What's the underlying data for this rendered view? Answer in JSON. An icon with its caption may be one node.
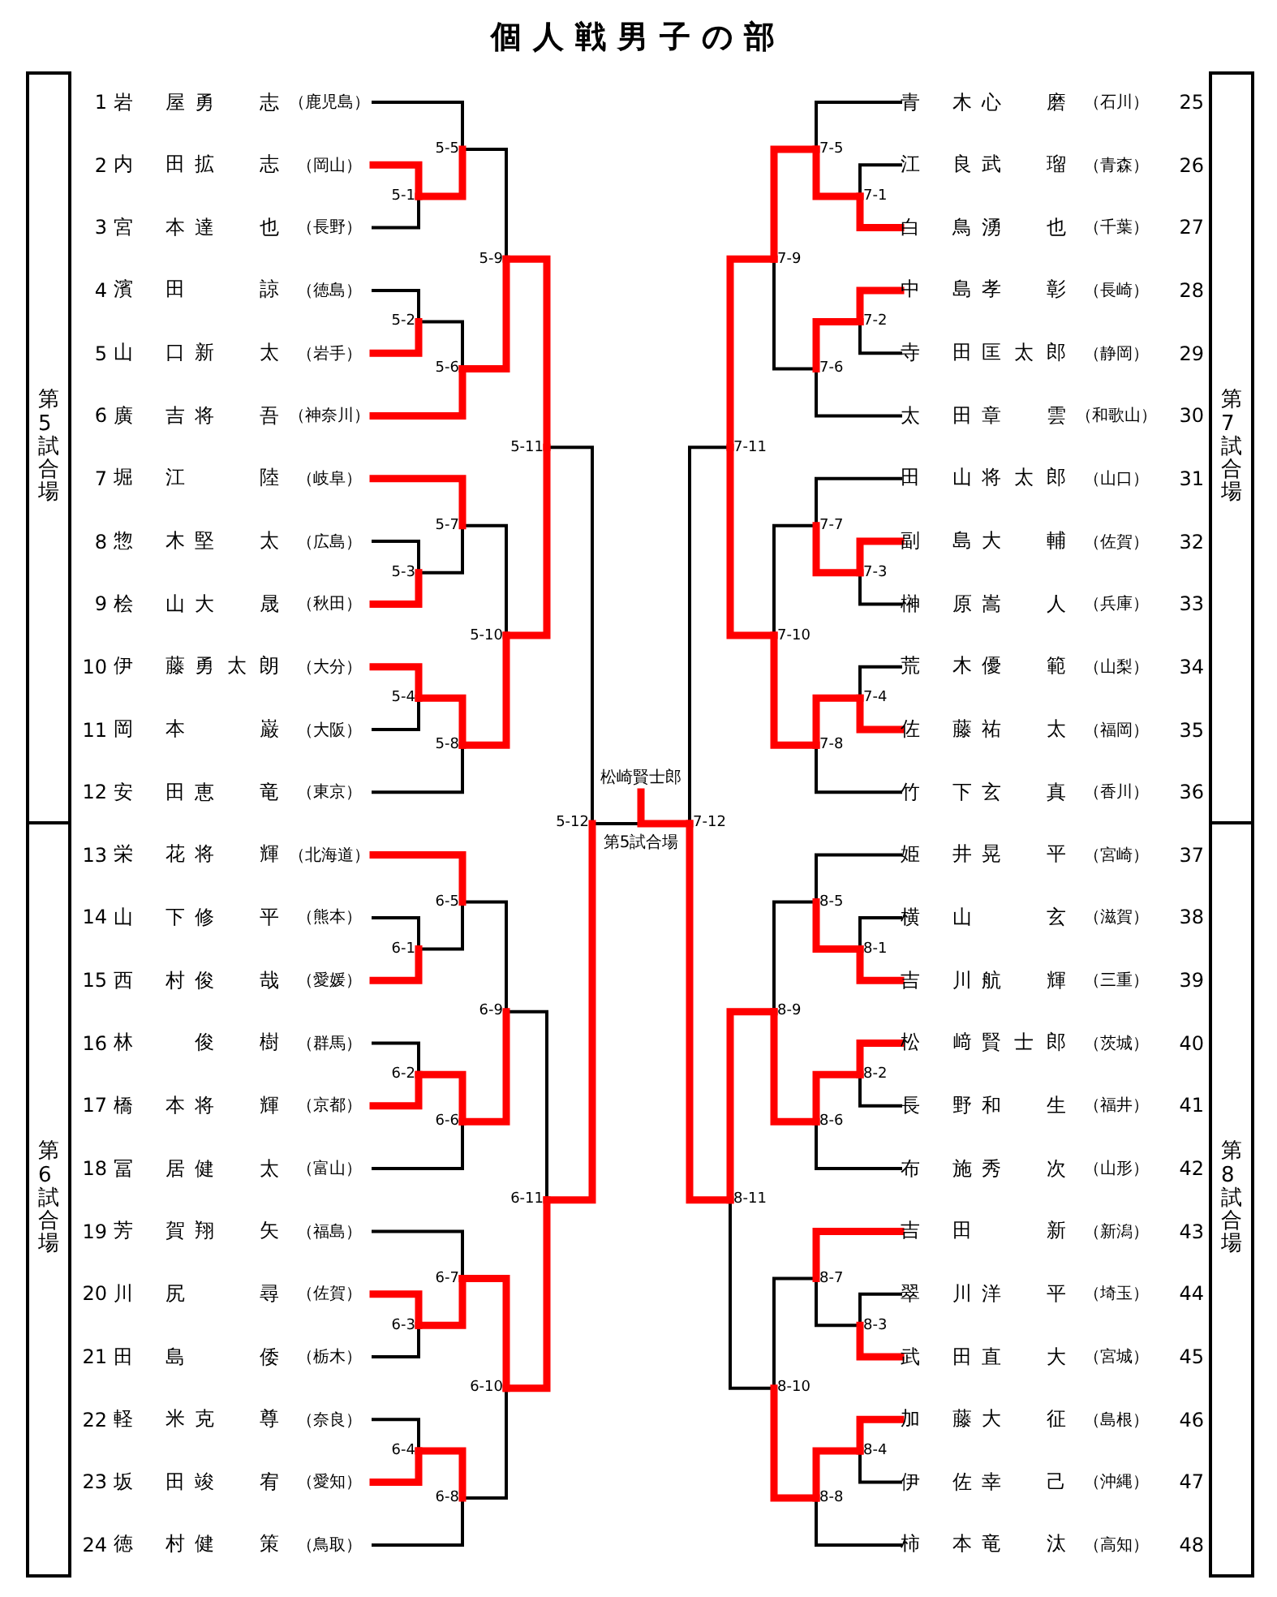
{
  "diagram": {
    "title": "個人戦男子の部",
    "nodes": [
      {
        "text": [
          "1",
          "岩屋",
          "勇志",
          "（鹿児島）"
        ]
      },
      {
        "text": [
          "2",
          "内田",
          "拡志",
          "（岡山）"
        ]
      },
      {
        "text": [
          "3",
          "宮本",
          "達也",
          "（長野）"
        ]
      },
      {
        "text": [
          "4",
          "濱田",
          "諒",
          "（徳島）"
        ]
      },
      {
        "text": [
          "5",
          "山口",
          "新太",
          "（岩手）"
        ]
      },
      {
        "text": [
          "6",
          "廣吉",
          "将吾",
          "（神奈川）"
        ]
      },
      {
        "text": [
          "7",
          "堀江",
          "陸",
          "（岐阜）"
        ]
      },
      {
        "text": [
          "8",
          "惣木",
          "堅太",
          "（広島）"
        ]
      },
      {
        "text": [
          "9",
          "桧山",
          "大晟",
          "（秋田）"
        ]
      },
      {
        "text": [
          "10",
          "伊藤",
          "勇太朗",
          "（大分）"
        ]
      },
      {
        "text": [
          "11",
          "岡本",
          "巌",
          "（大阪）"
        ]
      },
      {
        "text": [
          "12",
          "安田",
          "恵竜",
          "（東京）"
        ]
      },
      {
        "text": [
          "13",
          "栄花",
          "将輝",
          "（北海道）"
        ]
      },
      {
        "text": [
          "14",
          "山下",
          "修平",
          "（熊本）"
        ]
      },
      {
        "text": [
          "15",
          "西村",
          "俊哉",
          "（愛媛）"
        ]
      },
      {
        "text": [
          "16",
          "林",
          "俊樹",
          "（群馬）"
        ]
      },
      {
        "text": [
          "17",
          "橋本",
          "将輝",
          "（京都）"
        ]
      },
      {
        "text": [
          "18",
          "冨居",
          "健太",
          "（富山）"
        ]
      },
      {
        "text": [
          "19",
          "芳賀",
          "翔矢",
          "（福島）"
        ]
      },
      {
        "text": [
          "20",
          "川尻",
          "尋",
          "（佐賀）"
        ]
      },
      {
        "text": [
          "21",
          "田島",
          "倭",
          "（栃木）"
        ]
      },
      {
        "text": [
          "22",
          "軽米",
          "克尊",
          "（奈良）"
        ]
      },
      {
        "text": [
          "23",
          "坂田",
          "竣宥",
          "（愛知）"
        ]
      },
      {
        "text": [
          "24",
          "徳村",
          "健策",
          "（鳥取）"
        ]
      },
      {
        "text": [
          "青木",
          "心磨",
          "（石川）",
          "25"
        ]
      },
      {
        "text": [
          "江良",
          "武瑠",
          "（青森）",
          "26"
        ]
      },
      {
        "text": [
          "白鳥",
          "湧也",
          "（千葉）",
          "27"
        ]
      },
      {
        "text": [
          "中島",
          "孝彰",
          "（長崎）",
          "28"
        ]
      },
      {
        "text": [
          "寺田",
          "匡太郎",
          "（静岡）",
          "29"
        ]
      },
      {
        "text": [
          "太田",
          "章雲",
          "（和歌山）",
          "30"
        ]
      },
      {
        "text": [
          "田山",
          "将太郎",
          "（山口）",
          "31"
        ]
      },
      {
        "text": [
          "副島",
          "大輔",
          "（佐賀）",
          "32"
        ]
      },
      {
        "text": [
          "榊原",
          "嵩人",
          "（兵庫）",
          "33"
        ]
      },
      {
        "text": [
          "荒木",
          "優範",
          "（山梨）",
          "34"
        ]
      },
      {
        "text": [
          "佐藤",
          "祐太",
          "（福岡）",
          "35"
        ]
      },
      {
        "text": [
          "竹下",
          "玄真",
          "（香川）",
          "36"
        ]
      },
      {
        "text": [
          "姫井",
          "晃平",
          "（宮崎）",
          "37"
        ]
      },
      {
        "text": [
          "横山",
          "玄",
          "（滋賀）",
          "38"
        ]
      },
      {
        "text": [
          "吉川",
          "航輝",
          "（三重）",
          "39"
        ]
      },
      {
        "text": [
          "松﨑",
          "賢士郎",
          "（茨城）",
          "40"
        ]
      },
      {
        "text": [
          "長野",
          "和生",
          "（福井）",
          "41"
        ]
      },
      {
        "text": [
          "布施",
          "秀次",
          "（山形）",
          "42"
        ]
      },
      {
        "text": [
          "吉田",
          "新",
          "（新潟）",
          "43"
        ]
      },
      {
        "text": [
          "翠川",
          "洋平",
          "（埼玉）",
          "44"
        ]
      },
      {
        "text": [
          "武田",
          "直大",
          "（宮城）",
          "45"
        ]
      },
      {
        "text": [
          "加藤",
          "大征",
          "（島根）",
          "46"
        ]
      },
      {
        "text": [
          "伊佐",
          "幸己",
          "（沖縄）",
          "47"
        ]
      },
      {
        "text": [
          "柿本",
          "竜汰",
          "（高知）",
          "48"
        ]
      },
      {
        "text": [
          "第5試合場"
        ]
      },
      {
        "text": [
          "第6試合場"
        ]
      },
      {
        "text": [
          "第7試合場"
        ]
      },
      {
        "text": [
          "第8試合場"
        ]
      },
      {
        "text": [
          "5-1"
        ]
      },
      {
        "text": [
          "5-2"
        ]
      },
      {
        "text": [
          "5-3"
        ]
      },
      {
        "text": [
          "5-4"
        ]
      },
      {
        "text": [
          "5-5"
        ]
      },
      {
        "text": [
          "5-6"
        ]
      },
      {
        "text": [
          "5-7"
        ]
      },
      {
        "text": [
          "5-8"
        ]
      },
      {
        "text": [
          "5-9"
        ]
      },
      {
        "text": [
          "5-10"
        ]
      },
      {
        "text": [
          "5-11"
        ]
      },
      {
        "text": [
          "6-1"
        ]
      },
      {
        "text": [
          "6-2"
        ]
      },
      {
        "text": [
          "6-3"
        ]
      },
      {
        "text": [
          "6-4"
        ]
      },
      {
        "text": [
          "6-5"
        ]
      },
      {
        "text": [
          "6-6"
        ]
      },
      {
        "text": [
          "6-7"
        ]
      },
      {
        "text": [
          "6-8"
        ]
      },
      {
        "text": [
          "6-9"
        ]
      },
      {
        "text": [
          "6-10"
        ]
      },
      {
        "text": [
          "6-11"
        ]
      },
      {
        "text": [
          "7-1"
        ]
      },
      {
        "text": [
          "7-2"
        ]
      },
      {
        "text": [
          "7-3"
        ]
      },
      {
        "text": [
          "7-4"
        ]
      },
      {
        "text": [
          "7-5"
        ]
      },
      {
        "text": [
          "7-6"
        ]
      },
      {
        "text": [
          "7-7"
        ]
      },
      {
        "text": [
          "7-8"
        ]
      },
      {
        "text": [
          "7-9"
        ]
      },
      {
        "text": [
          "7-10"
        ]
      },
      {
        "text": [
          "7-11"
        ]
      },
      {
        "text": [
          "8-1"
        ]
      },
      {
        "text": [
          "8-2"
        ]
      },
      {
        "text": [
          "8-3"
        ]
      },
      {
        "text": [
          "8-4"
        ]
      },
      {
        "text": [
          "8-5"
        ]
      },
      {
        "text": [
          "8-6"
        ]
      },
      {
        "text": [
          "8-7"
        ]
      },
      {
        "text": [
          "8-8"
        ]
      },
      {
        "text": [
          "8-9"
        ]
      },
      {
        "text": [
          "8-10"
        ]
      },
      {
        "text": [
          "8-11"
        ]
      },
      {
        "text": [
          "5-12"
        ]
      },
      {
        "text": [
          "7-12"
        ]
      },
      {
        "text": [
          "松崎賢士郎"
        ]
      }
    ],
    "edges": [
      {
        "from": 1,
        "to": 52,
        "arrow": "none",
        "color": "#ff0000"
      },
      {
        "from": 2,
        "to": 52,
        "arrow": "none",
        "color": "#000000"
      },
      {
        "from": 3,
        "to": 53,
        "arrow": "none",
        "color": "#000000"
      },
      {
        "from": 4,
        "to": 53,
        "arrow": "none",
        "color": "#ff0000"
      },
      {
        "from": 7,
        "to": 54,
        "arrow": "none",
        "color": "#000000"
      },
      {
        "from": 8,
        "to": 54,
        "arrow": "none",
        "color": "#ff0000"
      },
      {
        "from": 9,
        "to": 55,
        "arrow": "none",
        "color": "#ff0000"
      },
      {
        "from": 10,
        "to": 55,
        "arrow": "none",
        "color": "#000000"
      },
      {
        "from": 0,
        "to": 56,
        "arrow": "none",
        "color": "#000000"
      },
      {
        "from": 52,
        "to": 56,
        "arrow": "none",
        "color": "#ff0000"
      },
      {
        "from": 53,
        "to": 57,
        "arrow": "none",
        "color": "#000000"
      },
      {
        "from": 5,
        "to": 57,
        "arrow": "none",
        "color": "#ff0000"
      },
      {
        "from": 6,
        "to": 58,
        "arrow": "none",
        "color": "#ff0000"
      },
      {
        "from": 54,
        "to": 58,
        "arrow": "none",
        "color": "#000000"
      },
      {
        "from": 55,
        "to": 59,
        "arrow": "none",
        "color": "#ff0000"
      },
      {
        "from": 11,
        "to": 59,
        "arrow": "none",
        "color": "#000000"
      },
      {
        "from": 56,
        "to": 60,
        "arrow": "none",
        "color": "#000000"
      },
      {
        "from": 57,
        "to": 60,
        "arrow": "none",
        "color": "#ff0000"
      },
      {
        "from": 58,
        "to": 61,
        "arrow": "none",
        "color": "#000000"
      },
      {
        "from": 59,
        "to": 61,
        "arrow": "none",
        "color": "#ff0000"
      },
      {
        "from": 60,
        "to": 62,
        "arrow": "none",
        "color": "#ff0000"
      },
      {
        "from": 61,
        "to": 62,
        "arrow": "none",
        "color": "#ff0000"
      },
      {
        "from": 13,
        "to": 63,
        "arrow": "none",
        "color": "#000000"
      },
      {
        "from": 14,
        "to": 63,
        "arrow": "none",
        "color": "#ff0000"
      },
      {
        "from": 15,
        "to": 64,
        "arrow": "none",
        "color": "#000000"
      },
      {
        "from": 16,
        "to": 64,
        "arrow": "none",
        "color": "#ff0000"
      },
      {
        "from": 19,
        "to": 65,
        "arrow": "none",
        "color": "#ff0000"
      },
      {
        "from": 20,
        "to": 65,
        "arrow": "none",
        "color": "#000000"
      },
      {
        "from": 21,
        "to": 66,
        "arrow": "none",
        "color": "#000000"
      },
      {
        "from": 22,
        "to": 66,
        "arrow": "none",
        "color": "#ff0000"
      },
      {
        "from": 12,
        "to": 67,
        "arrow": "none",
        "color": "#ff0000"
      },
      {
        "from": 63,
        "to": 67,
        "arrow": "none",
        "color": "#000000"
      },
      {
        "from": 64,
        "to": 68,
        "arrow": "none",
        "color": "#ff0000"
      },
      {
        "from": 17,
        "to": 68,
        "arrow": "none",
        "color": "#000000"
      },
      {
        "from": 18,
        "to": 69,
        "arrow": "none",
        "color": "#000000"
      },
      {
        "from": 65,
        "to": 69,
        "arrow": "none",
        "color": "#ff0000"
      },
      {
        "from": 66,
        "to": 70,
        "arrow": "none",
        "color": "#ff0000"
      },
      {
        "from": 23,
        "to": 70,
        "arrow": "none",
        "color": "#000000"
      },
      {
        "from": 67,
        "to": 71,
        "arrow": "none",
        "color": "#000000"
      },
      {
        "from": 68,
        "to": 71,
        "arrow": "none",
        "color": "#ff0000"
      },
      {
        "from": 69,
        "to": 72,
        "arrow": "none",
        "color": "#ff0000"
      },
      {
        "from": 70,
        "to": 72,
        "arrow": "none",
        "color": "#000000"
      },
      {
        "from": 71,
        "to": 73,
        "arrow": "none",
        "color": "#000000"
      },
      {
        "from": 72,
        "to": 73,
        "arrow": "none",
        "color": "#ff0000"
      },
      {
        "from": 25,
        "to": 74,
        "arrow": "none",
        "color": "#000000"
      },
      {
        "from": 26,
        "to": 74,
        "arrow": "none",
        "color": "#ff0000"
      },
      {
        "from": 27,
        "to": 75,
        "arrow": "none",
        "color": "#ff0000"
      },
      {
        "from": 28,
        "to": 75,
        "arrow": "none",
        "color": "#000000"
      },
      {
        "from": 31,
        "to": 76,
        "arrow": "none",
        "color": "#ff0000"
      },
      {
        "from": 32,
        "to": 76,
        "arrow": "none",
        "color": "#000000"
      },
      {
        "from": 33,
        "to": 77,
        "arrow": "none",
        "color": "#000000"
      },
      {
        "from": 34,
        "to": 77,
        "arrow": "none",
        "color": "#ff0000"
      },
      {
        "from": 24,
        "to": 78,
        "arrow": "none",
        "color": "#000000"
      },
      {
        "from": 74,
        "to": 78,
        "arrow": "none",
        "color": "#ff0000"
      },
      {
        "from": 75,
        "to": 79,
        "arrow": "none",
        "color": "#ff0000"
      },
      {
        "from": 29,
        "to": 79,
        "arrow": "none",
        "color": "#000000"
      },
      {
        "from": 30,
        "to": 80,
        "arrow": "none",
        "color": "#000000"
      },
      {
        "from": 76,
        "to": 80,
        "arrow": "none",
        "color": "#ff0000"
      },
      {
        "from": 77,
        "to": 81,
        "arrow": "none",
        "color": "#ff0000"
      },
      {
        "from": 35,
        "to": 81,
        "arrow": "none",
        "color": "#000000"
      },
      {
        "from": 78,
        "to": 82,
        "arrow": "none",
        "color": "#ff0000"
      },
      {
        "from": 79,
        "to": 82,
        "arrow": "none",
        "color": "#000000"
      },
      {
        "from": 80,
        "to": 83,
        "arrow": "none",
        "color": "#000000"
      },
      {
        "from": 81,
        "to": 83,
        "arrow": "none",
        "color": "#ff0000"
      },
      {
        "from": 82,
        "to": 84,
        "arrow": "none",
        "color": "#ff0000"
      },
      {
        "from": 83,
        "to": 84,
        "arrow": "none",
        "color": "#ff0000"
      },
      {
        "from": 37,
        "to": 85,
        "arrow": "none",
        "color": "#000000"
      },
      {
        "from": 38,
        "to": 85,
        "arrow": "none",
        "color": "#ff0000"
      },
      {
        "from": 39,
        "to": 86,
        "arrow": "none",
        "color": "#ff0000"
      },
      {
        "from": 40,
        "to": 86,
        "arrow": "none",
        "color": "#000000"
      },
      {
        "from": 43,
        "to": 87,
        "arrow": "none",
        "color": "#000000"
      },
      {
        "from": 44,
        "to": 87,
        "arrow": "none",
        "color": "#ff0000"
      },
      {
        "from": 45,
        "to": 88,
        "arrow": "none",
        "color": "#ff0000"
      },
      {
        "from": 46,
        "to": 88,
        "arrow": "none",
        "color": "#000000"
      },
      {
        "from": 36,
        "to": 89,
        "arrow": "none",
        "color": "#000000"
      },
      {
        "from": 85,
        "to": 89,
        "arrow": "none",
        "color": "#ff0000"
      },
      {
        "from": 86,
        "to": 90,
        "arrow": "none",
        "color": "#ff0000"
      },
      {
        "from": 41,
        "to": 90,
        "arrow": "none",
        "color": "#000000"
      },
      {
        "from": 42,
        "to": 91,
        "arrow": "none",
        "color": "#ff0000"
      },
      {
        "from": 87,
        "to": 91,
        "arrow": "none",
        "color": "#000000"
      },
      {
        "from": 88,
        "to": 92,
        "arrow": "none",
        "color": "#ff0000"
      },
      {
        "from": 47,
        "to": 92,
        "arrow": "none",
        "color": "#000000"
      },
      {
        "from": 89,
        "to": 93,
        "arrow": "none",
        "color": "#000000"
      },
      {
        "from": 90,
        "to": 93,
        "arrow": "none",
        "color": "#ff0000"
      },
      {
        "from": 91,
        "to": 94,
        "arrow": "none",
        "color": "#000000"
      },
      {
        "from": 92,
        "to": 94,
        "arrow": "none",
        "color": "#ff0000"
      },
      {
        "from": 93,
        "to": 95,
        "arrow": "none",
        "color": "#ff0000"
      },
      {
        "from": 94,
        "to": 95,
        "arrow": "none",
        "color": "#000000"
      },
      {
        "from": 62,
        "to": 96,
        "arrow": "none",
        "color": "#000000"
      },
      {
        "from": 73,
        "to": 96,
        "arrow": "none",
        "color": "#ff0000"
      },
      {
        "from": 84,
        "to": 97,
        "arrow": "none",
        "color": "#000000"
      },
      {
        "from": 95,
        "to": 97,
        "arrow": "none",
        "color": "#ff0000"
      },
      {
        "from": 96,
        "to": 98,
        "arrow": "none",
        "color": "#000000"
      },
      {
        "from": 97,
        "to": 98,
        "arrow": "none",
        "color": "#ff0000"
      }
    ],
    "labels": [
      "第5試合場"
    ]
  }
}
